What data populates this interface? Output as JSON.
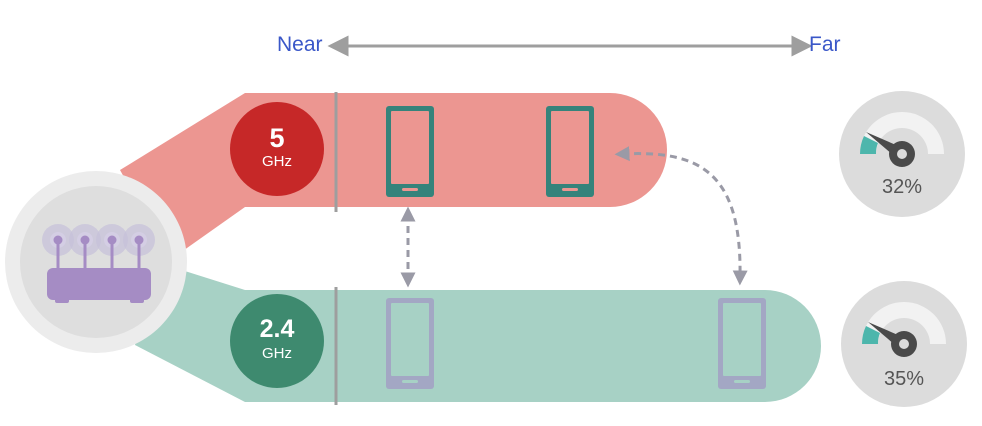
{
  "axis": {
    "near_label": "Near",
    "far_label": "Far"
  },
  "bands": [
    {
      "number": "5",
      "unit": "GHz",
      "color": "#c62828",
      "stream_color": "#ec9691",
      "phone_color": "#35837b"
    },
    {
      "number": "2.4",
      "unit": "GHz",
      "color": "#3e8a6f",
      "stream_color": "#a7d1c5",
      "phone_color": "#a3a7c4"
    }
  ],
  "gauges": [
    {
      "value_label": "32%",
      "value": 32
    },
    {
      "value_label": "35%",
      "value": 35
    }
  ],
  "icons": {
    "router": "router-icon",
    "phone": "smartphone-icon",
    "gauge": "speedometer-icon",
    "arrow": "dashed-double-arrow-icon"
  },
  "colors": {
    "axis_text": "#3a57c8",
    "arrow": "#9e9e9e",
    "router": "#a58cc4",
    "gauge_accent": "#4db6ac"
  }
}
